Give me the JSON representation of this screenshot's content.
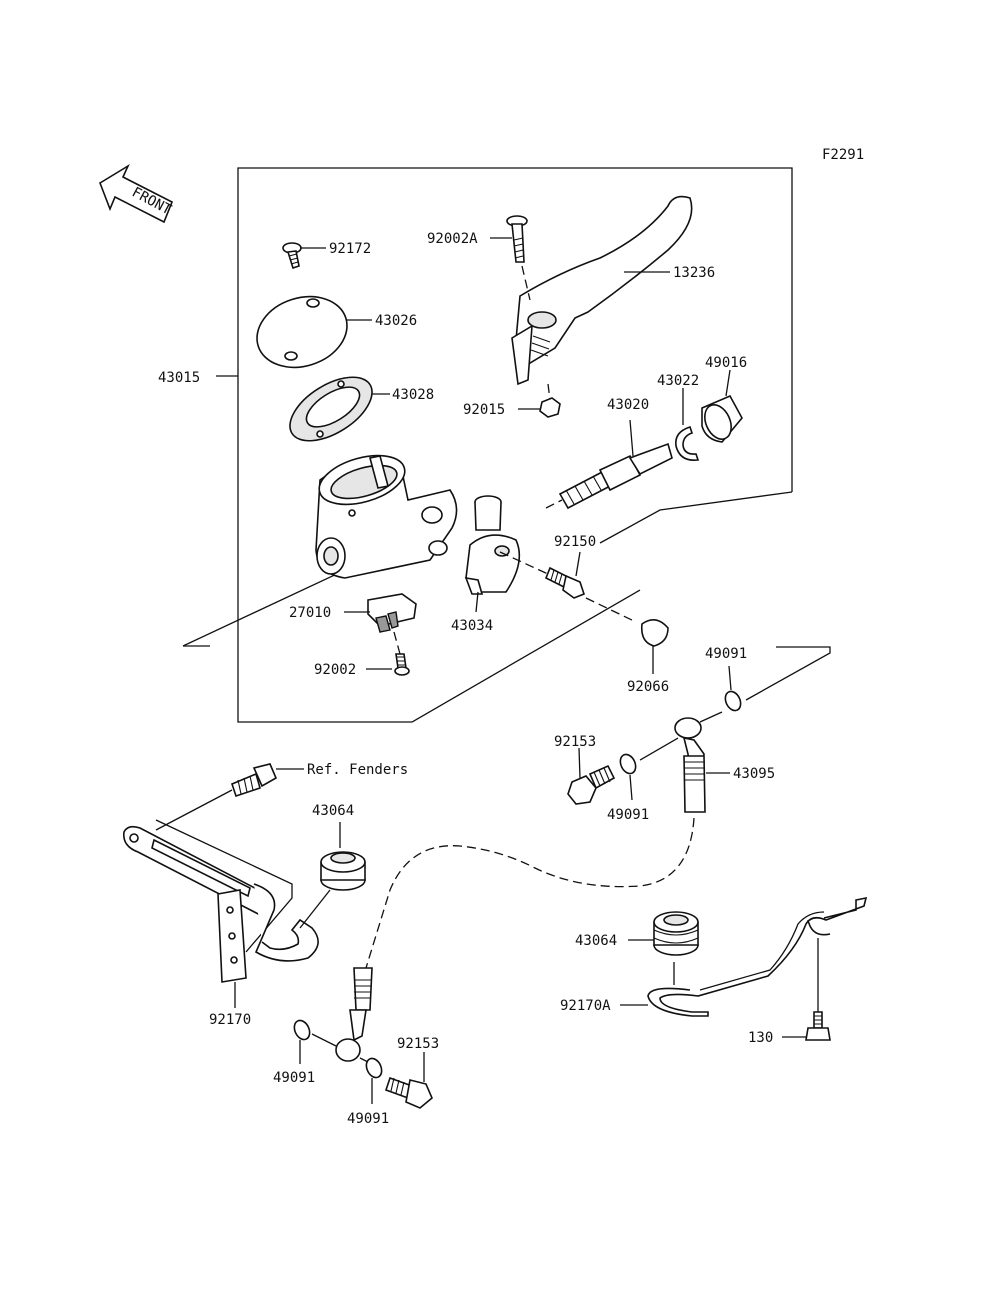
{
  "figure_code": "F2291",
  "front_label": "FRONT",
  "parts": {
    "p43015": "43015",
    "p92172": "92172",
    "p43026": "43026",
    "p43028": "43028",
    "p92002A": "92002A",
    "p13236": "13236",
    "p92015": "92015",
    "p49016": "49016",
    "p43022": "43022",
    "p43020": "43020",
    "p92150": "92150",
    "p43034": "43034",
    "p27010": "27010",
    "p92002": "92002",
    "p92066": "92066",
    "p49091_a": "49091",
    "p92153_a": "92153",
    "p49091_b": "49091",
    "p43095": "43095",
    "ref_fenders": "Ref. Fenders",
    "p43064_a": "43064",
    "p92170": "92170",
    "p49091_c": "49091",
    "p92153_b": "92153",
    "p49091_d": "49091",
    "p43064_b": "43064",
    "p92170A": "92170A",
    "p130": "130"
  }
}
